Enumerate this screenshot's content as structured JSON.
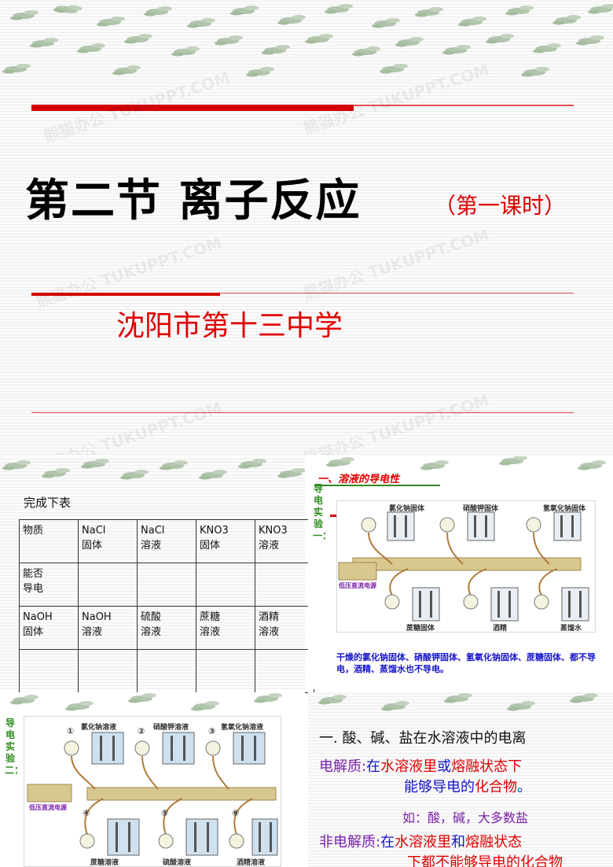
{
  "slide1": {
    "title": "第二节 离子反应",
    "subtitle": "（第一课时）",
    "school": "沈阳市第十三中学"
  },
  "slide2": {
    "heading": "完成下表",
    "rows": [
      [
        "物质",
        "NaCl\n固体",
        "NaCl\n溶液",
        "KNO3\n固体",
        "KNO3\n溶液"
      ],
      [
        "能否\n导电",
        "",
        "",
        "",
        ""
      ],
      [
        "NaOH\n固体",
        "NaOH\n溶液",
        "硫酸\n溶液",
        "蔗糖\n溶液",
        "酒精\n溶液"
      ],
      [
        "",
        "",
        "",
        "",
        ""
      ]
    ]
  },
  "slide3": {
    "heading": "一、溶液的导电性",
    "side_label": "导电实验一：",
    "top_labels": [
      "氯化钠固体",
      "硝酸钾固体",
      "氢氧化钠固体"
    ],
    "bottom_labels": [
      "蔗糖固体",
      "酒精",
      "蒸馏水"
    ],
    "power_label": "低压直流电源",
    "conclusion": "干燥的氯化钠固体、硝酸钾固体、氢氧化钠固体、蔗糖固体、都不导电，酒精、蒸馏水也不导电。"
  },
  "slide4": {
    "side_label": "导电实验二：",
    "top_labels": [
      "氯化钠溶液",
      "硝酸钾溶液",
      "氢氧化钠溶液"
    ],
    "bottom_labels": [
      "蔗糖溶液",
      "硫酸溶液",
      "酒精溶液"
    ],
    "top_numbers": [
      "①",
      "②",
      "③"
    ],
    "bottom_numbers": [
      "④",
      "⑤",
      "⑥"
    ],
    "power_label": "低压直流电源"
  },
  "slide5": {
    "heading": "一. 酸、碱、盐在水溶液中的电离",
    "electrolyte_term": "电解质:",
    "electrolyte_c1": "在",
    "electrolyte_c2": "水溶液里",
    "electrolyte_c3": "或",
    "electrolyte_c4": "熔融状态下",
    "electrolyte_line2a": "能够导电的",
    "electrolyte_line2b": "化合物",
    "electrolyte_line2c": "。",
    "example": "如：酸，碱，大多数盐",
    "non_term": "非电解质:",
    "non_c1": "在",
    "non_c2": "水溶液里",
    "non_c3": "和",
    "non_c4": "熔融状态",
    "non_line2": "下都不能够导电的化合物"
  },
  "watermark": "熊猫办公 TUKUPPT.COM",
  "colors": {
    "red": "#e00000",
    "blue": "#1515c8",
    "green": "#2e8b1e",
    "purple": "#7a1fa8"
  }
}
